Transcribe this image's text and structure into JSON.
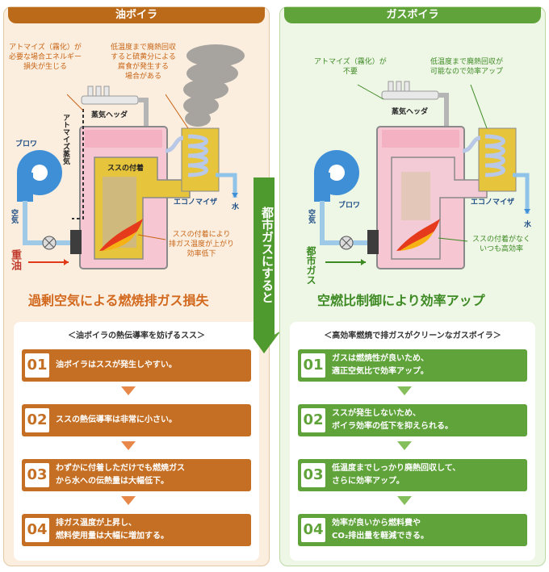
{
  "oil": {
    "tab": "油ボイラ",
    "ann_atomize": "アトマイズ（霧化）が\n必要な場合エネルギー\n損失が生じる",
    "ann_corrosion": "低温度まで廃熱回収\nすると硫黄分による\n腐食が発生する\n場合がある",
    "steam_header": "蒸気ヘッダ",
    "atomize_steam": "アトマイズ蒸気",
    "soot": "ススの付着",
    "blower": "ブロワ",
    "air": "空気",
    "economizer": "エコノマイザ",
    "water": "水",
    "fuel": "重油",
    "ann_soot": "ススの付着により\n排ガス温度が上がり\n効率低下",
    "headline": "過剰空気による燃焼排ガス損失",
    "box_title": "＜油ボイラの熱伝導率を妨げるスス＞",
    "steps": [
      {
        "num": "01",
        "text": "油ボイラはススが発生しやすい。"
      },
      {
        "num": "02",
        "text": "ススの熱伝導率は非常に小さい。"
      },
      {
        "num": "03",
        "text": "わずかに付着しただけでも燃焼ガス\nから水への伝熱量は大幅低下。"
      },
      {
        "num": "04",
        "text": "排ガス温度が上昇し、\n燃料使用量は大幅に増加する。"
      }
    ]
  },
  "center": "都市ガスにすると",
  "gas": {
    "tab": "ガスボイラ",
    "ann_atomize": "アトマイズ（霧化）が\n不要",
    "ann_recovery": "低温度まで廃熱回収が\n可能なので効率アップ",
    "steam_header": "蒸気ヘッダ",
    "blower": "ブロワ",
    "air": "空気",
    "economizer": "エコノマイザ",
    "water": "水",
    "fuel": "都市ガス",
    "ann_clean": "ススの付着がなく\nいつも高効率",
    "headline": "空燃比制御により効率アップ",
    "box_title": "＜高効率燃焼で排ガスがクリーンなガスボイラ＞",
    "steps": [
      {
        "num": "01",
        "text": "ガスは燃焼性が良いため、\n適正空気比で効率アップ。"
      },
      {
        "num": "02",
        "text": "ススが発生しないため、\nボイラ効率の低下を抑えられる。"
      },
      {
        "num": "03",
        "text": "低温度までしっかり廃熱回収して、\nさらに効率アップ。"
      },
      {
        "num": "04",
        "text": "効率が良いから燃料費や\nCO₂排出量を軽減できる。"
      }
    ]
  },
  "colors": {
    "oil_accent": "#c46f24",
    "gas_accent": "#5fa33a",
    "boiler_pink": "#f6c6d2",
    "soot_yellow": "#e6c43c",
    "blower_blue": "#3f8fd6"
  }
}
